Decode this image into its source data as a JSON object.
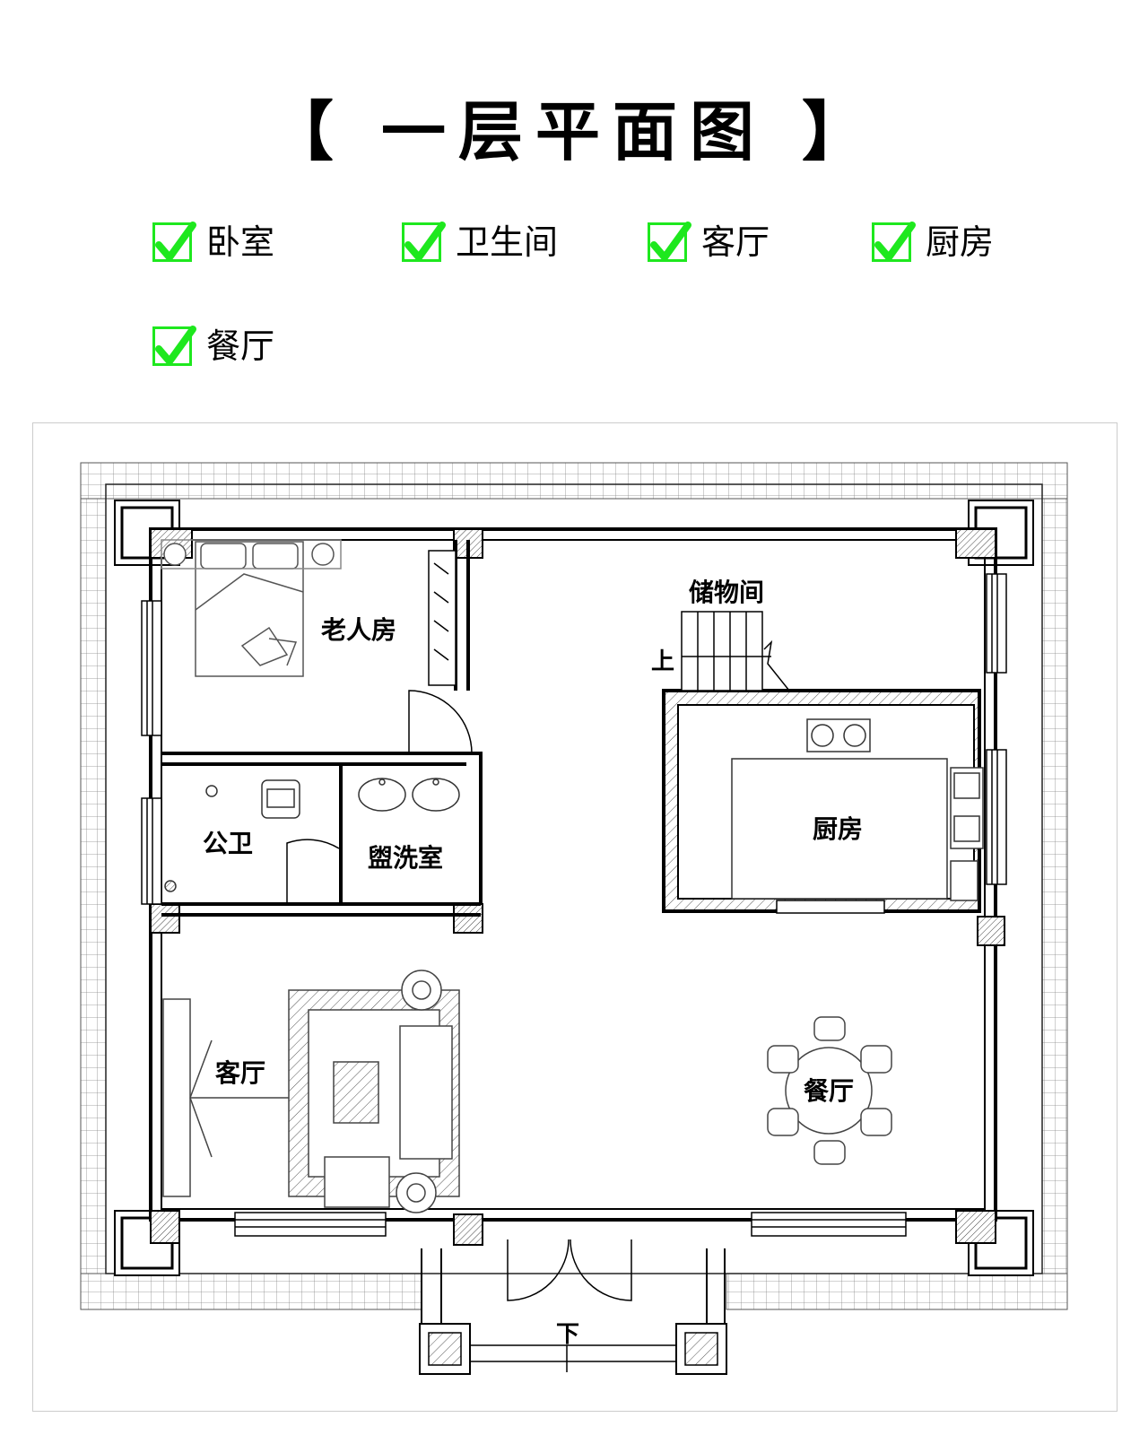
{
  "page": {
    "title": "【 一层平面图 】"
  },
  "features": [
    {
      "label": "卧室",
      "checked": true
    },
    {
      "label": "卫生间",
      "checked": true
    },
    {
      "label": "客厅",
      "checked": true
    },
    {
      "label": "厨房",
      "checked": true
    },
    {
      "label": "餐厅",
      "checked": true
    }
  ],
  "colors": {
    "check": "#1ee81e",
    "wall": "#000000",
    "frame": "#cccccc"
  },
  "plan": {
    "rooms": {
      "elder_room": "老人房",
      "storage": "储物间",
      "stairs_up": "上",
      "public_bath": "公卫",
      "washroom": "盥洗室",
      "kitchen": "厨房",
      "living_room": "客厅",
      "dining_room": "餐厅",
      "steps_down": "下"
    }
  }
}
